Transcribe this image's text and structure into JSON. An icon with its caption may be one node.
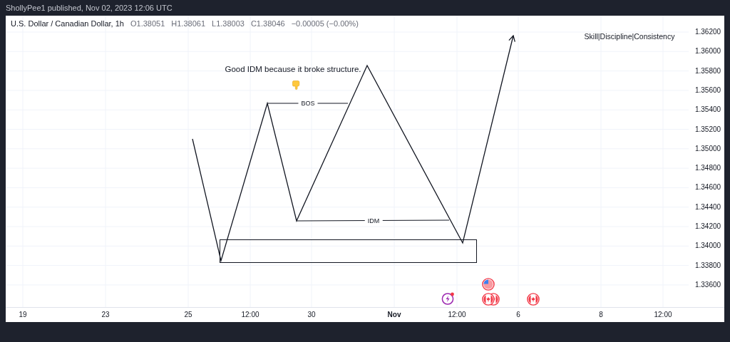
{
  "diagram": {
    "nodes": [
      {
        "text": [],
        "shape": "box"
      }
    ],
    "labels": [
      "ShollyPee1 published, Nov 02, 2023 12:06 UTC",
      "U.S. Dollar / Canadian Dollar, 1h",
      "O1.38051",
      "H1.38061",
      "L1.38003",
      "C1.38046",
      "−0.00005 (−0.00%)",
      "Skill|Discipline|Consistency",
      "Good IDM because it broke structure.",
      "BOS",
      "IDM",
      "1.36200",
      "1.36000",
      "1.35800",
      "1.35600",
      "1.35400",
      "1.35200",
      "1.35000",
      "1.34800",
      "1.34600",
      "1.34400",
      "1.34200",
      "1.34000",
      "1.33800",
      "1.33600",
      "19",
      "23",
      "25",
      "12:00",
      "30",
      "Nov",
      "12:00",
      "6",
      "8",
      "12:00"
    ]
  }
}
